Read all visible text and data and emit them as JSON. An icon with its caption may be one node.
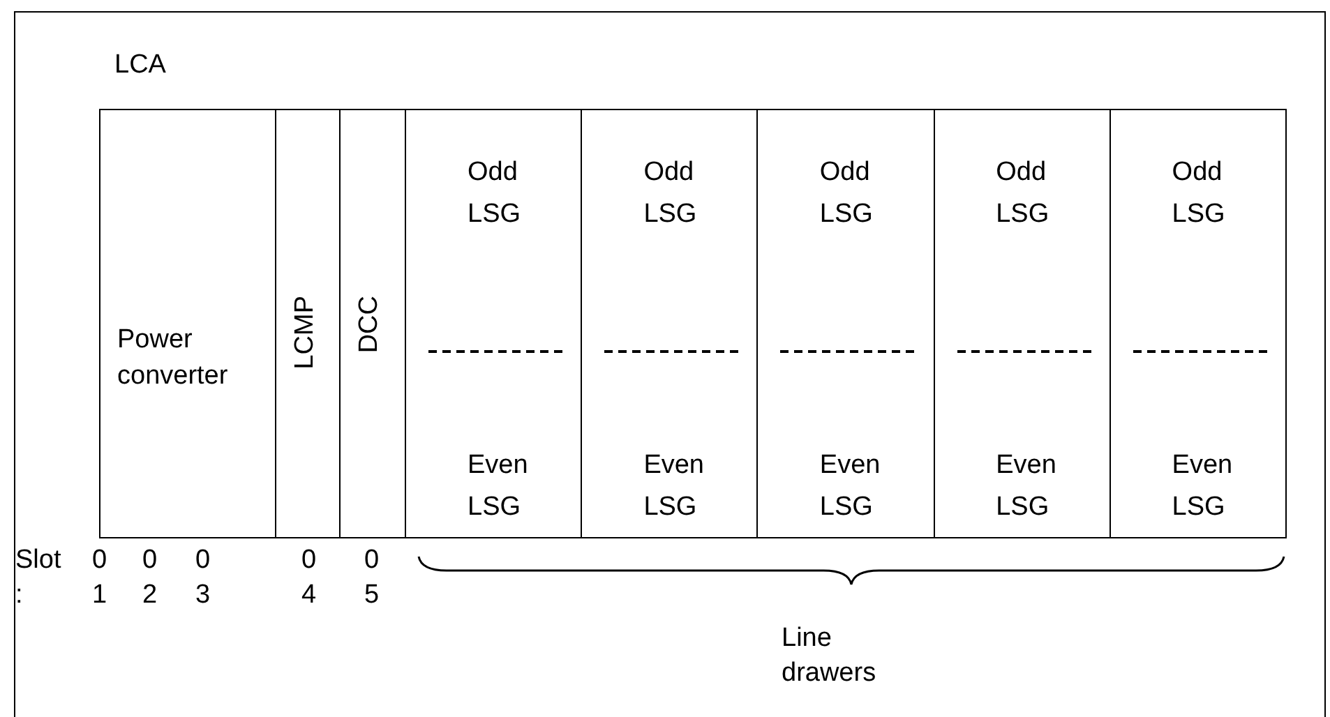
{
  "diagram": {
    "nodes": [
      {
        "text": [
          "LCA"
        ]
      },
      {
        "text": [
          "Power converter"
        ],
        "in": 0
      },
      {
        "text": [
          "LCMP"
        ],
        "in": 0
      },
      {
        "text": [
          "DCC"
        ],
        "in": 0
      },
      {
        "text": [
          "Odd LSG",
          "Even LSG"
        ],
        "in": 0
      },
      {
        "text": [
          "Odd LSG",
          "Even LSG"
        ],
        "in": 0
      },
      {
        "text": [
          "Odd LSG",
          "Even LSG"
        ],
        "in": 0
      },
      {
        "text": [
          "Odd LSG",
          "Even LSG"
        ],
        "in": 0
      },
      {
        "text": [
          "Odd LSG",
          "Even LSG"
        ],
        "in": 0
      }
    ],
    "edges": [],
    "labels": [
      "Slot :",
      "0 1",
      "0 2",
      "0 3",
      "0 4",
      "0 5",
      "Line drawers"
    ]
  }
}
